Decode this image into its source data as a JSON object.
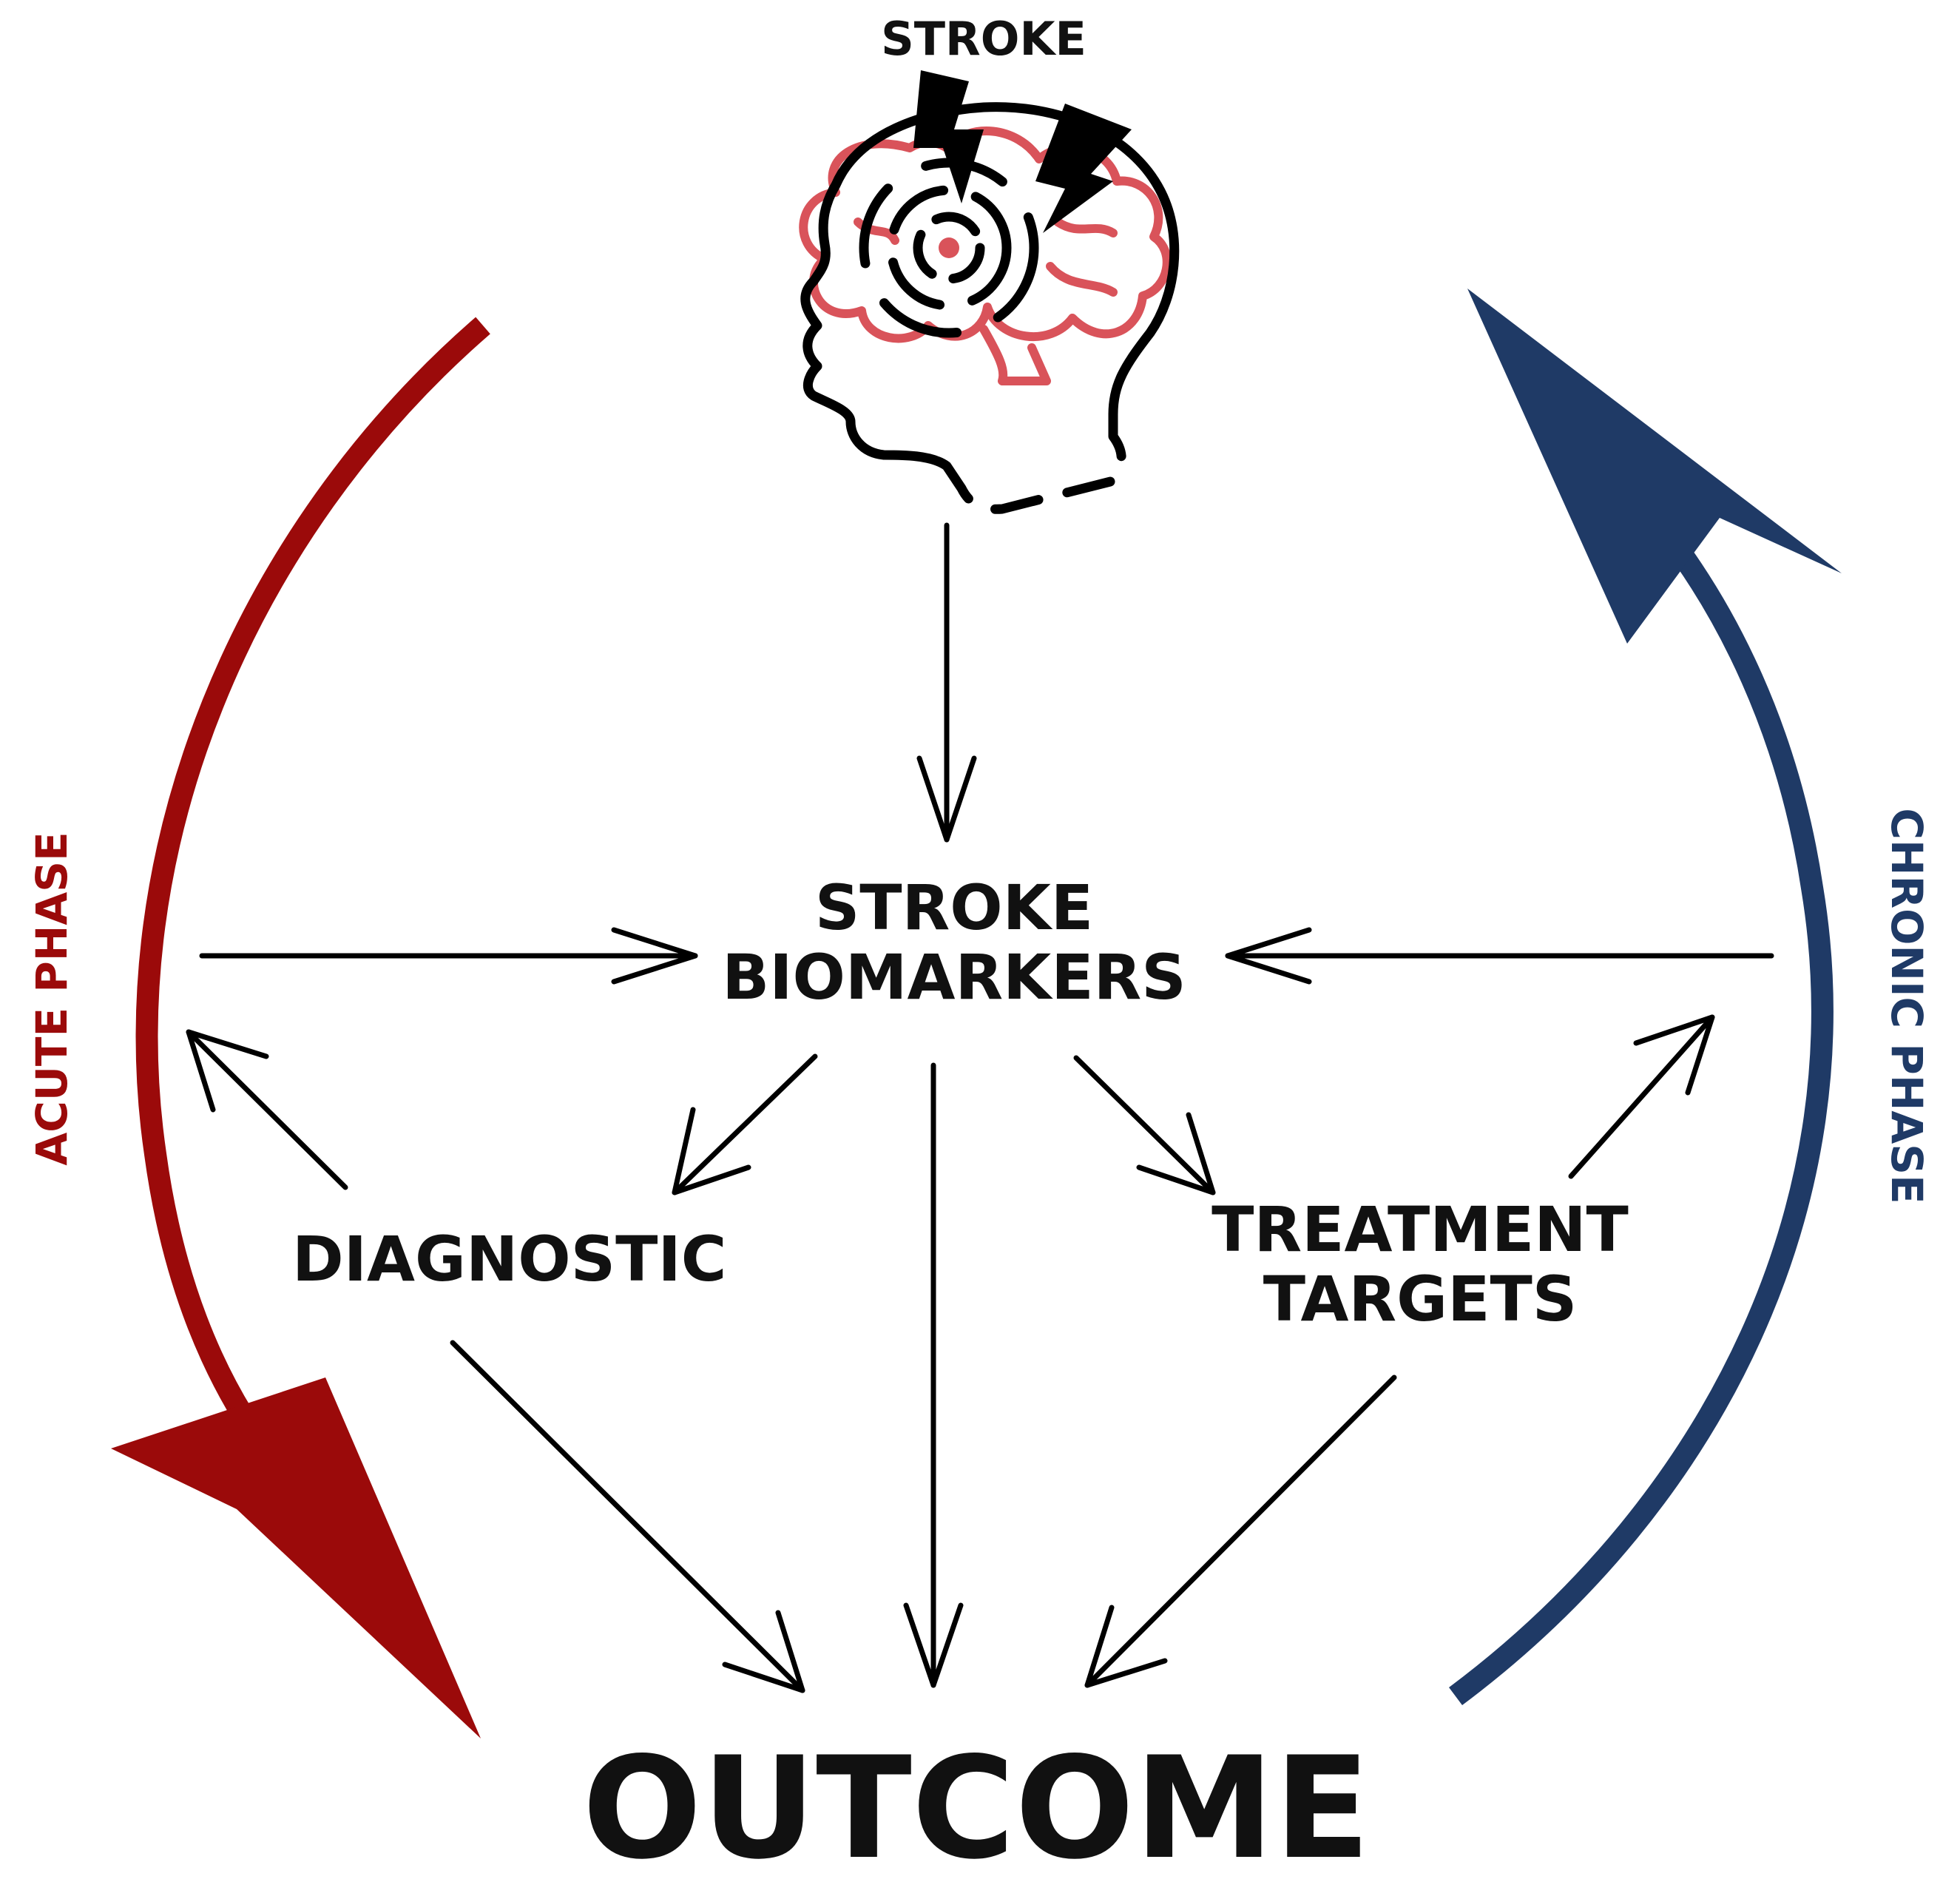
{
  "labels": {
    "stroke_title": "STROKE",
    "biomarkers_line1": "STROKE",
    "biomarkers_line2": "BIOMARKERS",
    "diagnostic": "DIAGNOSTIC",
    "treatment_line1": "TREATMENT",
    "treatment_line2": "TARGETS",
    "outcome": "OUTCOME",
    "acute_phase": "ACUTE PHASE",
    "chronic_phase": "CHRONIC PHASE"
  },
  "colors": {
    "acute": "#9b0a0a",
    "chronic": "#1f3a66",
    "arrows": "#000000",
    "brain": "#d9535a",
    "text": "#111111"
  },
  "icons": {
    "head": "head-with-brain-icon",
    "bolt": "lightning-bolt-icon"
  }
}
